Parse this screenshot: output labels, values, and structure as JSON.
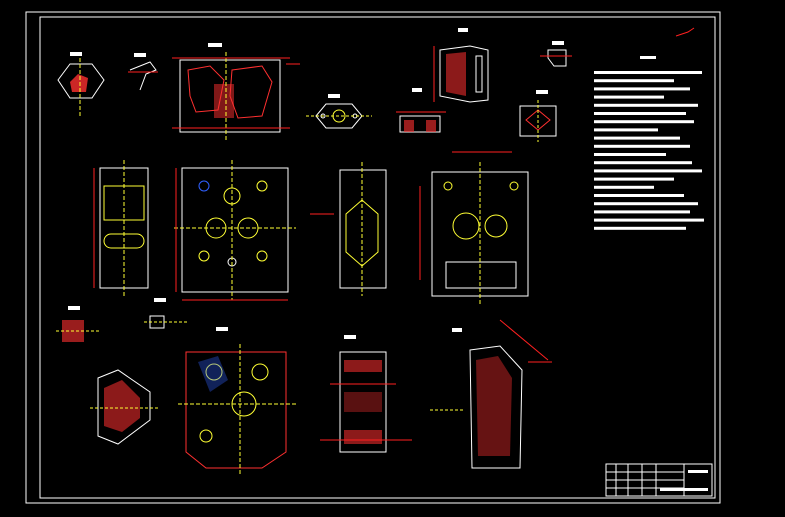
{
  "drawing": {
    "background": "#000000",
    "colors": {
      "outline": "#ffffff",
      "dimension": "#ff2020",
      "centerline": "#ffff33",
      "hatch": "#ff3030",
      "accent_blue": "#3060ff"
    },
    "views": [
      {
        "id": "section-a"
      },
      {
        "id": "section-b"
      },
      {
        "id": "section-c"
      },
      {
        "id": "section-d"
      },
      {
        "id": "section-e"
      },
      {
        "id": "section-f"
      },
      {
        "id": "section-g"
      },
      {
        "id": "section-h"
      },
      {
        "id": "section-i"
      },
      {
        "id": "section-j"
      },
      {
        "id": "section-k"
      },
      {
        "id": "section-l"
      }
    ],
    "notes_lines": 20,
    "title_block": {
      "rows": 4,
      "columns": 6
    }
  }
}
